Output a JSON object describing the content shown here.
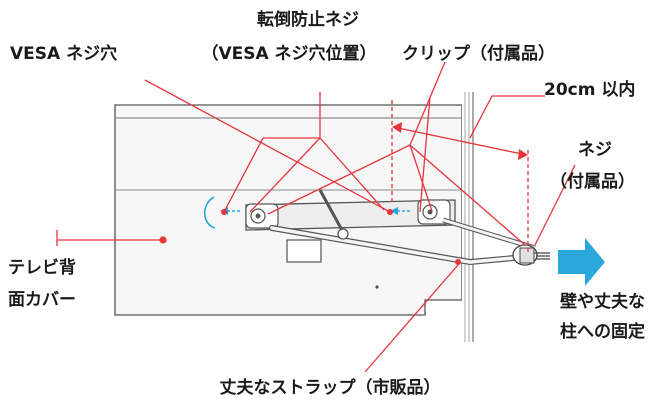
{
  "labels": {
    "tip_screw": "転倒防止ネジ",
    "vesa_position": "（VESA ネジ穴位置）",
    "vesa_hole": "VESA ネジ穴",
    "clip": "クリップ（付属品）",
    "distance": "20cm 以内",
    "screw": "ネジ",
    "supplied": "（付属品）",
    "tv_back_line1": "テレビ背",
    "tv_back_line2": "面カバー",
    "wall_line1": "壁や丈夫な",
    "wall_line2": "柱への固定",
    "strap": "丈夫なストラップ（市販品）"
  },
  "colors": {
    "leader": "#e8343d",
    "arrow": "#2aa8dc",
    "outline": "#555555",
    "panel": "#f2f2f2"
  }
}
